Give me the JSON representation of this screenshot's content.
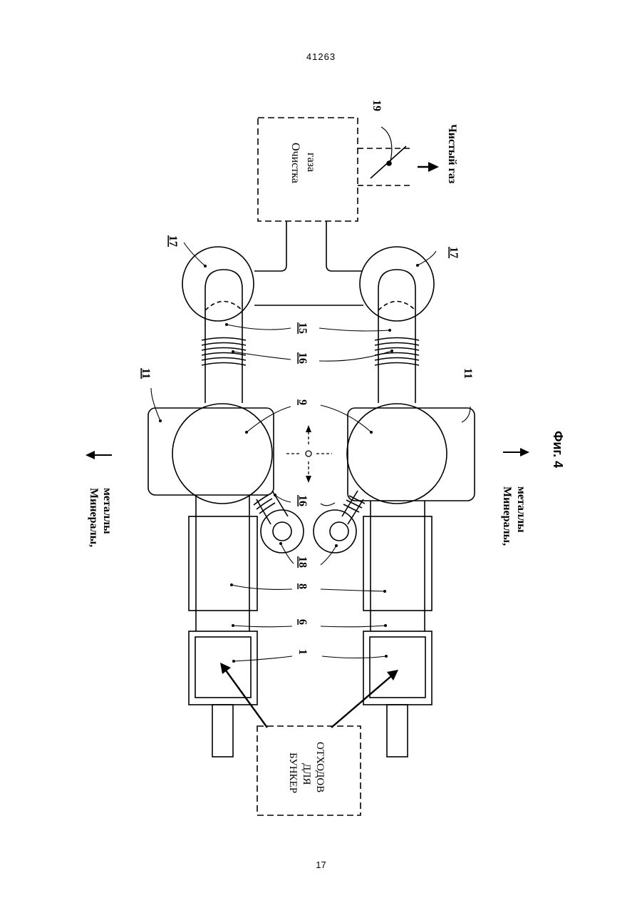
{
  "header": {
    "doc_number": "41263"
  },
  "footer": {
    "page_number": "17"
  },
  "figure": {
    "caption": "Фиг. 4",
    "gas_cleaning": [
      "Очистка",
      "газа"
    ],
    "clean_gas": "Чистый газ",
    "waste_bunker": [
      "БУНКЕР",
      "ДЛЯ",
      "ОТХОДОВ"
    ],
    "minerals_top": [
      "Минералы,",
      "металлы"
    ],
    "minerals_bottom": [
      "Минералы,",
      "металлы"
    ],
    "labels": {
      "n1": "1",
      "n6": "6",
      "n8": "8",
      "n9": "9",
      "n11a": "11",
      "n11b": "11",
      "n15": "15",
      "n16a": "16",
      "n16b": "16",
      "n17a": "17",
      "n17b": "17",
      "n18": "18",
      "n19": "19"
    }
  }
}
